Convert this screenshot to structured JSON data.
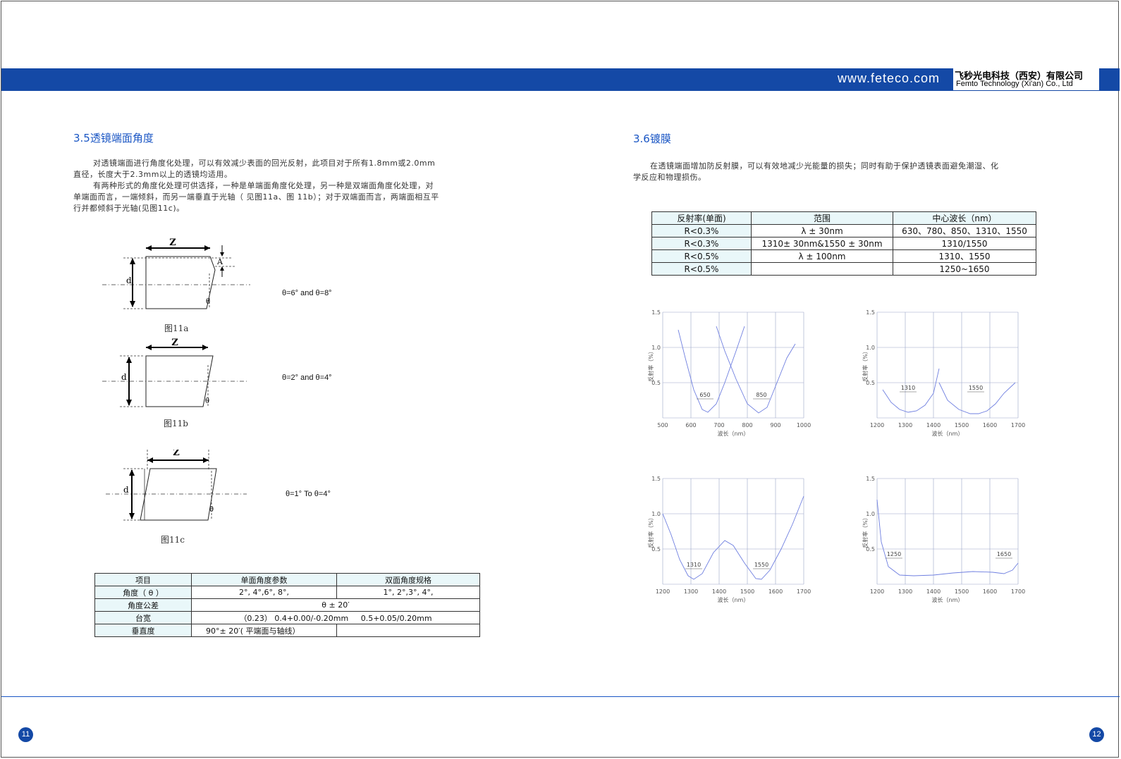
{
  "header": {
    "url": "www.feteco.com",
    "company_cn": "飞秒光电科技（西安）有限公司",
    "company_en": "Femto Technology (Xi'an) Co., Ltd",
    "brand_color": "#1449a6"
  },
  "left": {
    "title": "3.5透镜端面角度",
    "para": [
      "对透镜端面进行角度化处理，可以有效减少表面的回光反射，此项目对于所有1.8mm或2.0mm",
      "直径，长度大于2.3mm以上的透镜均适用。",
      "有两种形式的角度化处理可供选择，一种是单端面角度化处理，另一种是双端面角度化处理，对",
      "单端面而言，一端倾斜，而另一端垂直于光轴（ 见图11a、图 11b）；对于双端面而言，两端面相互平",
      "行并都倾斜于光轴(见图11c)。"
    ],
    "figures": [
      {
        "label": "图11a",
        "formula": "θ=6° and θ=8°",
        "z": "Z",
        "d": "d",
        "a": "A",
        "theta": "θ"
      },
      {
        "label": "图11b",
        "formula": "θ=2° and θ=4°",
        "z": "Z",
        "d": "d",
        "theta": "θ"
      },
      {
        "label": "图11c",
        "formula": "θ=1°  To θ=4°",
        "z": "Z",
        "d": "d",
        "theta": "θ"
      }
    ],
    "table": {
      "headers": [
        "项目",
        "单面角度参数",
        "双面角度规格"
      ],
      "rows": [
        {
          "item": "角度（ θ ）",
          "single": "2°, 4°,6°, 8°,",
          "double": "1°, 2°,3°, 4°,"
        },
        {
          "item": "角度公差",
          "merged": "θ ± 20′"
        },
        {
          "item": "台宽",
          "merged": "（0.23） 0.4+0.00/-0.20mm     0.5+0.05/0.20mm"
        },
        {
          "item": "垂直度",
          "single": "90°± 20′( 平端面与轴线）",
          "double": ""
        }
      ]
    }
  },
  "right": {
    "title": "3.6镀膜",
    "para": [
      "在透镜端面增加防反射膜，可以有效地减少光能量的损失；同时有助于保护透镜表面避免潮湿、化",
      "学反应和物理损伤。"
    ],
    "table": {
      "headers": [
        "反射率(单面)",
        "范围",
        "中心波长（nm）"
      ],
      "rows": [
        [
          "R<0.3%",
          "λ ± 30nm",
          "630、780、850、1310、1550"
        ],
        [
          "R<0.3%",
          "1310± 30nm&1550 ± 30nm",
          "1310/1550"
        ],
        [
          "R<0.5%",
          "λ ± 100nm",
          "1310、1550"
        ],
        [
          "R<0.5%",
          "",
          "1250~1650"
        ]
      ]
    }
  },
  "chart_data": [
    {
      "type": "line",
      "ylabel": "反射率（%）",
      "xlabel": "波长（nm）",
      "xlim": [
        500,
        1000
      ],
      "ylim": [
        0,
        1.5
      ],
      "xticks": [
        "500",
        "600",
        "700",
        "800",
        "900",
        "1000"
      ],
      "yticks": [
        "0.5",
        "1.0",
        "1.5"
      ],
      "annotations": [
        {
          "text": "650",
          "x": 650,
          "y": 0.3
        },
        {
          "text": "850",
          "x": 850,
          "y": 0.3
        }
      ],
      "series": [
        {
          "x": [
            555,
            580,
            610,
            640,
            660,
            690,
            720,
            760,
            790
          ],
          "y": [
            1.25,
            0.85,
            0.4,
            0.12,
            0.08,
            0.2,
            0.5,
            0.95,
            1.3
          ]
        },
        {
          "x": [
            690,
            720,
            760,
            800,
            840,
            870,
            900,
            940,
            970
          ],
          "y": [
            1.3,
            0.95,
            0.55,
            0.2,
            0.07,
            0.15,
            0.45,
            0.85,
            1.05
          ]
        }
      ]
    },
    {
      "type": "line",
      "ylabel": "反射率（%）",
      "xlabel": "波长（nm）",
      "xlim": [
        1200,
        1700
      ],
      "ylim": [
        0,
        1.5
      ],
      "xticks": [
        "1200",
        "1300",
        "1400",
        "1500",
        "1600",
        "1700"
      ],
      "yticks": [
        "0.5",
        "1.0",
        "1.5"
      ],
      "annotations": [
        {
          "text": "1310",
          "x": 1310,
          "y": 0.4
        },
        {
          "text": "1550",
          "x": 1550,
          "y": 0.4
        }
      ],
      "series": [
        {
          "x": [
            1220,
            1250,
            1280,
            1310,
            1340,
            1370,
            1400,
            1420
          ],
          "y": [
            0.4,
            0.22,
            0.12,
            0.08,
            0.1,
            0.18,
            0.35,
            0.7
          ]
        },
        {
          "x": [
            1420,
            1450,
            1490,
            1530,
            1560,
            1590,
            1620,
            1650,
            1690
          ],
          "y": [
            0.5,
            0.25,
            0.12,
            0.06,
            0.06,
            0.1,
            0.2,
            0.35,
            0.5
          ]
        }
      ]
    },
    {
      "type": "line",
      "ylabel": "反射率（%）",
      "xlabel": "波长（nm）",
      "xlim": [
        1200,
        1700
      ],
      "ylim": [
        0,
        1.5
      ],
      "xticks": [
        "1200",
        "1300",
        "1400",
        "1500",
        "1600",
        "1700"
      ],
      "yticks": [
        "0.5",
        "1.0",
        "1.5"
      ],
      "annotations": [
        {
          "text": "1310",
          "x": 1310,
          "y": 0.25
        },
        {
          "text": "1550",
          "x": 1550,
          "y": 0.25
        }
      ],
      "series": [
        {
          "x": [
            1200,
            1230,
            1260,
            1290,
            1310,
            1340,
            1380,
            1420,
            1450,
            1490,
            1530,
            1550,
            1580,
            1620,
            1660,
            1700
          ],
          "y": [
            1.0,
            0.7,
            0.35,
            0.12,
            0.07,
            0.15,
            0.45,
            0.62,
            0.55,
            0.3,
            0.08,
            0.07,
            0.2,
            0.5,
            0.85,
            1.25
          ]
        }
      ]
    },
    {
      "type": "line",
      "ylabel": "反射率（%）",
      "xlabel": "波长（nm）",
      "xlim": [
        1200,
        1700
      ],
      "ylim": [
        0,
        1.5
      ],
      "xticks": [
        "1200",
        "1300",
        "1400",
        "1500",
        "1600",
        "1700"
      ],
      "yticks": [
        "0.5",
        "1.0",
        "1.5"
      ],
      "annotations": [
        {
          "text": "1250",
          "x": 1260,
          "y": 0.4
        },
        {
          "text": "1650",
          "x": 1650,
          "y": 0.4
        }
      ],
      "series": [
        {
          "x": [
            1200,
            1215,
            1240,
            1280,
            1330,
            1400,
            1470,
            1540,
            1610,
            1650,
            1680,
            1700
          ],
          "y": [
            1.2,
            0.6,
            0.25,
            0.13,
            0.12,
            0.13,
            0.16,
            0.18,
            0.17,
            0.15,
            0.2,
            0.3
          ]
        }
      ]
    }
  ],
  "footer": {
    "page_left": "11",
    "page_right": "12",
    "line_color": "#1a56c4"
  }
}
